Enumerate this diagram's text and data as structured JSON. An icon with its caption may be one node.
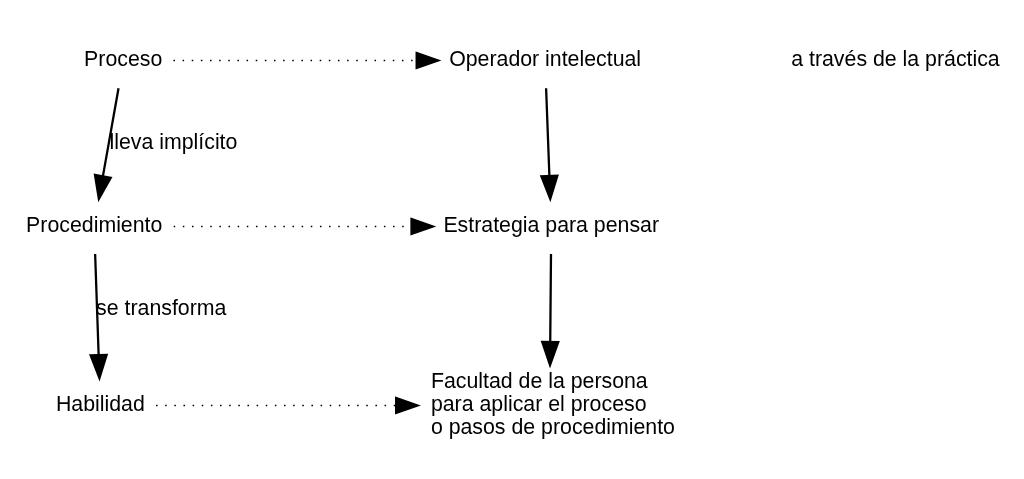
{
  "diagram": {
    "nodes": [
      {
        "text": [
          "Proceso"
        ]
      },
      {
        "text": [
          "Operador intelectual"
        ]
      },
      {
        "text": [
          "Procedimiento"
        ]
      },
      {
        "text": [
          "Estrategia para pensar"
        ]
      },
      {
        "text": [
          "Habilidad"
        ]
      },
      {
        "text": [
          "Facultad de la persona para aplicar el proceso o pasos de procedimiento"
        ]
      }
    ],
    "edges": [
      {
        "from": 0,
        "to": 1,
        "arrow": "to",
        "style": "dashed"
      },
      {
        "from": 0,
        "to": 2,
        "arrow": "to",
        "label": "lleva implícito"
      },
      {
        "from": 1,
        "to": 3,
        "arrow": "to"
      },
      {
        "from": 2,
        "to": 3,
        "arrow": "to",
        "style": "dashed"
      },
      {
        "from": 2,
        "to": 4,
        "arrow": "to",
        "label": "se transforma"
      },
      {
        "from": 3,
        "to": 5,
        "arrow": "to"
      },
      {
        "from": 4,
        "to": 5,
        "arrow": "to",
        "style": "dashed"
      }
    ],
    "labels": [
      "a través de la práctica"
    ]
  }
}
